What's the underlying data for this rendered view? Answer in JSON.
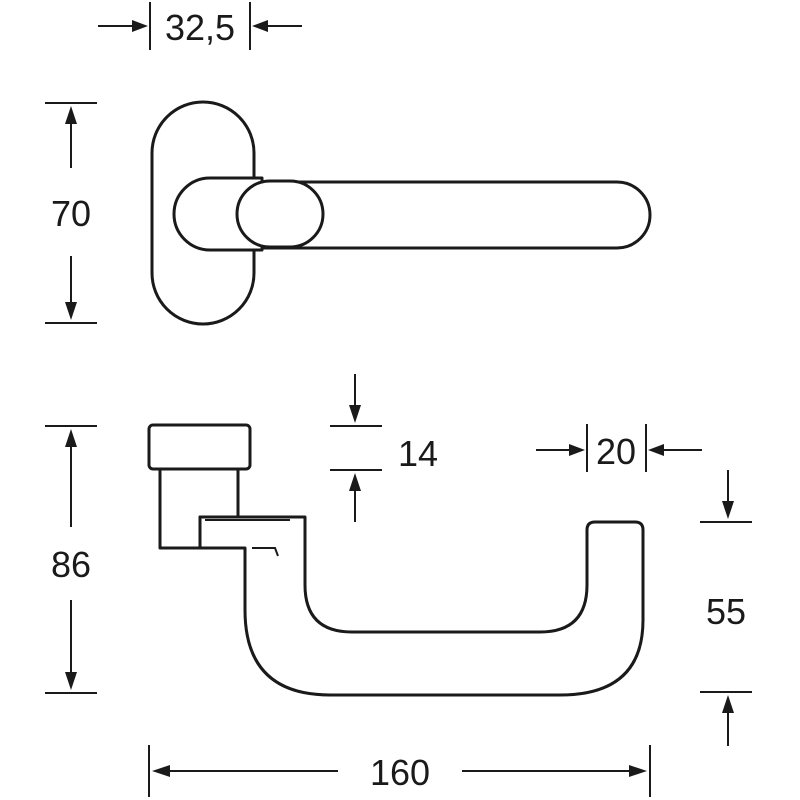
{
  "dimensions": {
    "rose_width": "32,5",
    "rose_height": "70",
    "lever_thickness": "14",
    "end_width": "20",
    "total_height": "86",
    "drop_height": "55",
    "total_length": "160"
  },
  "colors": {
    "line": "#1a1a1a",
    "background": "#ffffff"
  }
}
